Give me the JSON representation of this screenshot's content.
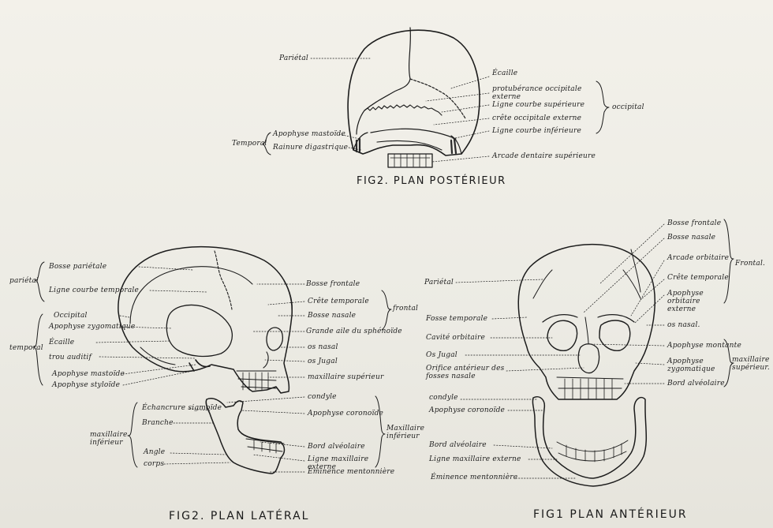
{
  "captions": {
    "posterior": "FIG2. PLAN POSTÉRIEUR",
    "lateral": "FIG2. PLAN LATÉRAL",
    "anterior": "FIG1 PLAN ANTÉRIEUR"
  },
  "posterior": {
    "parietal": "Pariétal",
    "ecaille": "Écaille",
    "protuberance": "protubérance occipitale externe",
    "ligne_courbe_sup": "Ligne courbe supérieure",
    "crete_occipitale": "crête occipitale externe",
    "ligne_courbe_inf": "Ligne courbe inférieure",
    "occipital": "occipital",
    "temporal": "Temporal",
    "apophyse_mastoide": "Apophyse mastoïde",
    "rainure_digastrique": "Rainure digastrique",
    "arcade_dentaire": "Arcade dentaire supérieure"
  },
  "lateral": {
    "parietal_group": "pariétal",
    "bosse_parietale": "Bosse pariétale",
    "ligne_courbe_temporale": "Ligne courbe temporale",
    "occipital": "Occipital",
    "temporal_group": "temporal",
    "apophyse_zygomatique": "Apophyse zygomatique",
    "ecaille": "Écaille",
    "trou_auditif": "trou auditif",
    "apophyse_mastoide": "Apophyse mastoïde",
    "apophyse_styloide": "Apophyse styloïde",
    "bosse_frontale": "Bosse frontale",
    "crete_temporale": "Crête temporale",
    "bosse_nasale": "Bosse nasale",
    "frontal_group": "frontal",
    "grande_aile": "Grande aile du sphénoïde",
    "os_nasal": "os nasal",
    "os_jugal": "os Jugal",
    "maxillaire_superieur": "maxillaire supérieur",
    "condyle": "condyle",
    "apophyse_coronoide": "Apophyse coronoïde",
    "bord_alveolaire": "Bord alvéolaire",
    "ligne_maxillaire": "Ligne maxillaire externe",
    "eminence_mentonniere": "Éminence mentonnière",
    "maxillaire_inferieur_right": "Maxillaire inférieur",
    "echancrure": "Échancrure sigmoïde",
    "branche": "Branche",
    "angle": "Angle",
    "corps": "corps",
    "maxillaire_inferieur_left": "maxillaire inférieur"
  },
  "anterior": {
    "parietal": "Pariétal",
    "fosse_temporale": "Fosse temporale",
    "cavite_orbitaire": "Cavité orbitaire",
    "os_jugal": "Os Jugal",
    "orifice_anterieur": "Orifice antérieur des fosses nasale",
    "bosse_frontale": "Bosse frontale",
    "bosse_nasale": "Bosse nasale",
    "arcade_orbitaire": "Arcade orbitaire",
    "crete_temporale": "Crête temporale",
    "apophyse_orbitaire": "Apophyse orbitaire externe",
    "frontal_group": "Frontal.",
    "os_nasal": "os nasal.",
    "apophyse_montante": "Apophyse montante",
    "apophyse_zygomatique": "Apophyse zygomatique",
    "bord_alveolaire_sup": "Bord alvéolaire",
    "maxillaire_superieur": "maxillaire supérieur.",
    "condyle": "condyle",
    "apophyse_coronoide": "Apophyse coronoïde",
    "bord_alveolaire_inf": "Bord alvéolaire",
    "ligne_maxillaire": "Ligne maxillaire externe",
    "eminence": "Éminence mentonnière"
  }
}
